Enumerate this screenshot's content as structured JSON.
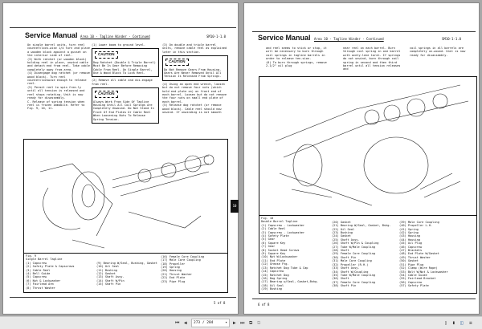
{
  "header": {
    "title": "Service Manual",
    "area": "Area 10 - Tagline Winder - Continued",
    "code": "SM10-1-1.0"
  },
  "left": {
    "col1": [
      "On single barrel units, turn reel counterclock-wise 1/4 turn and place a wooden block against a gusset on the interior side of reel.",
      "(3) With ratchet (or wooden block) holding reel in place, unwind cable and detach end from reel. Take cable completely away from area.",
      "(4) Disengage dog ratchet (or remove wood block). Turn reel counterclockwise enough to release reel.",
      "(5) Permit reel to spin free-ly until all tension is released and reel stops rotating. Unit is now ready for disassembly.",
      "C. Release of spring tension when reel is frozen immobile. Refer to Fig. 9, 10, 11."
    ],
    "col2": {
      "step1": "(1) Lower boom to ground level.",
      "caution1": "Dog Ratchet (Double & Triple Barrel) Must Be In Gear Before Removing Cable From Reel. On Single Barrel, Use A Wood Block To Lock Reel.",
      "step2": "(2) Remove all cable and dis-engage from reel.",
      "caution2": "Always Work From Side Of Tagline Housing Until All Coil Springs Are Completely Unwound. Do Not Stand In Front Of End Plates Or Cable Reel When Loosening Nuts To Release Spring Tension."
    },
    "col3": {
      "step3": "(3) On double and triple barrel units, remove cable reel as explained later in this section.",
      "caution3": "Do Not Remove Gears From Housing. Gears Are Never Removed Until All Tension Is Released From Springs.",
      "step4": "(4) Using an open end wrench, loosen but do not remove four nuts (which hold end plate on) on front end of each barrel. Loosen but do not remove the four nuts on small end plate of each barrel.",
      "step5": "(5) Release dog ratchet (or remove wood block). Cable reel should now unwind. If unwinding is not smooth"
    },
    "caution_label": "CAUTION",
    "tab": "10",
    "fig_title": "Fig. 9",
    "fig_sub": "Single Barrel Tagline",
    "legend": [
      [
        "(1) Capscrew",
        "(2) Safety Plate & Capscrews",
        "(3) Cable Reel",
        "(4) Bell Guide",
        "(5) Capscrew",
        "(6) Nut & Lockwasher",
        "(7) Fairlead Arm",
        "(8) Thrust Washer"
      ],
      [
        "(9) Bearing W/Seal, Bushing, Gasket",
        "(10) Oil Seal",
        "(11) Bushing",
        "(12) Gasket",
        "(13) Shaft Assy.",
        "(14) Shaft W/Pin",
        "(15) Shaft Pin"
      ],
      [
        "(16) Female Core Coupling",
        "(17) Male Core Coupling",
        "(18) Propeller",
        "(19) Spring",
        "(20) Housing",
        "(21) Thrust Washer",
        "(22) End Plate",
        "(23) Pipe Plug"
      ]
    ],
    "page_num": "5 of 8"
  },
  "right": {
    "col1": [
      "and reel seems to stick or stop, it will be necessary to burn through coil springs in tagline barrels in order to release ten-sion.",
      "(6) To burn through springs, remove 2-1/2\" oil plug"
    ],
    "col2": [
      "near reel on each barrel. Burn through coil spring in one barrel with acety-lene torch. If springs do not unwind, burn through coil spring in second and then third barrel until all tension releases and"
    ],
    "col3": [
      "coil springs in all barrels are completely un-wound. Unit is now ready for disassembly."
    ],
    "fig_title": "Fig. 10",
    "fig_sub": "Double Barrel Tagline",
    "legend": [
      [
        "(1) Capscrew - Lockwasher",
        "(2) Cable Reel",
        "(3) Capscrew - Lockwasher",
        "(4) Safety Plate",
        "(5) Gear",
        "(6) Square Key",
        "(7) Gear",
        "(8) Socket Head Screws",
        "(9) Square Key",
        "(10) Nut W/Lockwasher",
        "(11) End Plate",
        "(12) Grease Ftg.",
        "(13) Ratchet Dog Tube & Cap",
        "(14) Capscrew",
        "(15) Ratchet Dog",
        "(16) Dog Spring",
        "(17) Bearing w/Seal, Gasket,Bshg.",
        "(18) Oil Seal",
        "(19) Bushing"
      ],
      [
        "(20) Gasket",
        "(21) Bearing W/Seal, Gasket, Bshg.",
        "(22) Oil Seal",
        "(23) Bushing",
        "(24) Gasket",
        "(25) Shaft Assy.",
        "(26) Shaft W/Pin & Coupling",
        "(27) Tube W/Male Coupling",
        "(28) Shaft",
        "(29) Female Core Coupling",
        "(30) Shaft Pin",
        "(31) Male Core Coupling",
        "(32) Propeller (R.H.)",
        "(33) Shaft Assy.",
        "(34) Shaft W/Coupling",
        "(35) Tube W/Male Coupling",
        "(36) Shaft",
        "(37) Female Core Coupling",
        "(38) Shaft Pin"
      ],
      [
        "(39) Male Core Coupling",
        "(40) Propeller L.H.",
        "(41) Spring",
        "(42) Spring",
        "(43) Housing",
        "(44) Housing",
        "(45) Oil Plug",
        "(46) Capscrew",
        "(47) Brackets",
        "(48) End Plate W/Gasket",
        "(49) Thrust Washer",
        "(50) Gasket",
        "(51) Pipe Plug",
        "(52) Clamp (Wire Rope)",
        "(53) Bolt W/Nut & Lockwasher",
        "(54) Cable Guide",
        "(55) Fairlead Bracket",
        "(56) Capscrew",
        "(57) Safety Plate"
      ]
    ],
    "page_num": "6 of 8"
  },
  "toolbar": {
    "page_field": "273 / 284",
    "icons": [
      "first-page-icon",
      "prev-page-icon",
      "dropdown-icon",
      "next-page-icon",
      "last-page-icon",
      "copy-icon",
      "paste-icon",
      "single-page-icon",
      "continuous-icon",
      "two-page-icon",
      "scroll-icon"
    ]
  }
}
